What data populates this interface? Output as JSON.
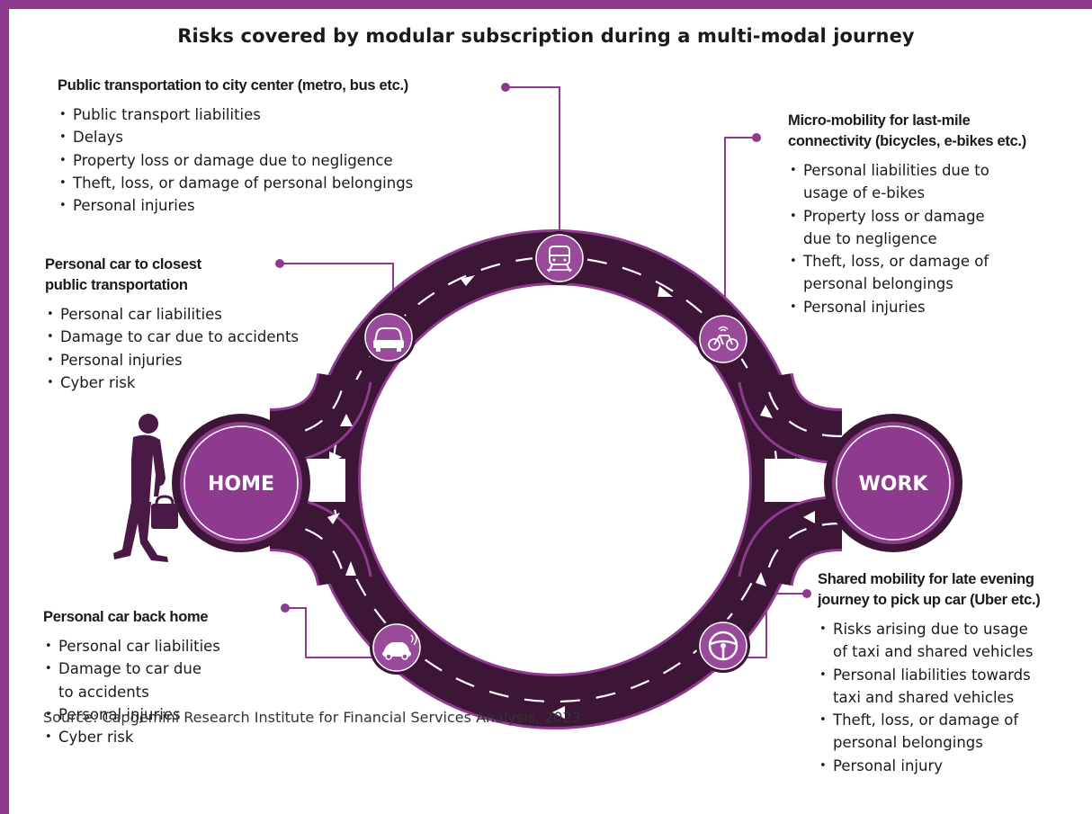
{
  "colors": {
    "frame": "#8e3b8f",
    "road": "#3d1537",
    "road_edge": "#8e3b8f",
    "hub_fill": "#8e3b8f",
    "hub_ring": "#3d1537",
    "icon_circle": "#9a4a9b",
    "connector": "#8e3b8f"
  },
  "title": "Risks covered by modular subscription during a multi-modal journey",
  "hubs": {
    "home": "HOME",
    "work": "WORK"
  },
  "segments": {
    "public_transport": {
      "heading": "Public transportation to city center (metro, bus etc.)",
      "icon": "train-icon",
      "items": [
        "Public transport liabilities",
        "Delays",
        "Property loss or damage due to negligence",
        "Theft, loss, or damage of personal belongings",
        " Personal injuries"
      ]
    },
    "personal_car_to_transport": {
      "heading": "Personal car to closest\npublic transportation",
      "icon": "car-icon",
      "items": [
        "Personal car liabilities",
        "Damage to car due to accidents",
        "Personal injuries",
        "Cyber risk"
      ]
    },
    "micro_mobility": {
      "heading": "Micro-mobility for last-mile\nconnectivity (bicycles, e-bikes etc.)",
      "icon": "bicycle-icon",
      "items": [
        "Personal liabilities due to\nusage of e-bikes",
        "Property loss or damage\ndue to negligence",
        "Theft, loss, or damage of\npersonal belongings",
        "Personal injuries"
      ]
    },
    "personal_car_home": {
      "heading": "Personal car back home",
      "icon": "connected-car-icon",
      "items": [
        "Personal car liabilities",
        "Damage to car due\nto accidents",
        "Personal injuries",
        "Cyber risk"
      ]
    },
    "shared_mobility": {
      "heading": "Shared mobility for late evening\njourney to pick up car (Uber etc.)",
      "icon": "steering-wheel-icon",
      "items": [
        "Risks arising due to usage\nof taxi and shared vehicles",
        "Personal liabilities towards\ntaxi and shared vehicles",
        "Theft, loss, or damage of\npersonal belongings",
        "Personal injury"
      ]
    }
  },
  "source": "Source:  Capgemini Research Institute for Financial Services Analysis, 2023"
}
